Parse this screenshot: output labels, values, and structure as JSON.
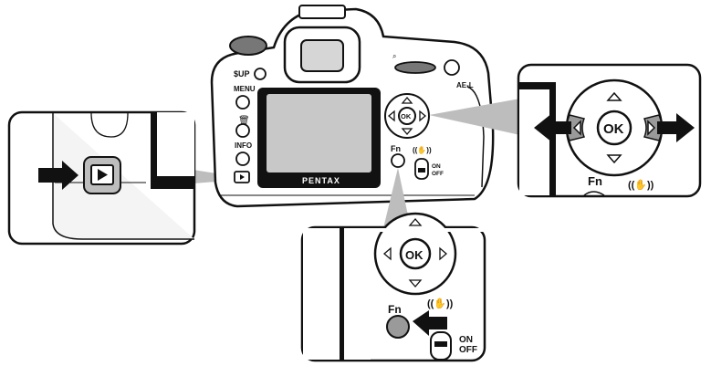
{
  "camera": {
    "flash_up_label": "$UP",
    "menu_label": "MENU",
    "info_label": "INFO",
    "brand": "PENTAX",
    "fn_label": "Fn",
    "ok_label": "OK",
    "ae_lock_label": "AE-L",
    "on_label": "ON",
    "off_label": "OFF"
  },
  "callouts": {
    "left": {
      "icon": "playback-icon"
    },
    "right": {
      "ok_label": "OK",
      "fn_label": "Fn"
    },
    "bottom": {
      "ok_label": "OK",
      "fn_label": "Fn",
      "on_label": "ON",
      "off_label": "OFF"
    }
  },
  "colors": {
    "outline": "#111111",
    "callout_gray": "#bdbdbd",
    "lcd_gray": "#c8c8c8",
    "body_fill": "#ffffff",
    "button_gray": "#9a9a9a"
  }
}
